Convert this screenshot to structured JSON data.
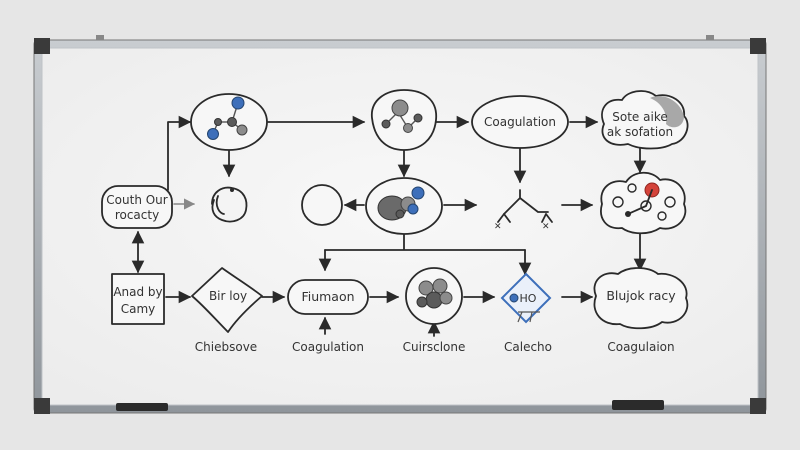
{
  "nodes": {
    "left_source": [
      "Couth Our",
      "rocacty"
    ],
    "coagulation_top": "Coagulation",
    "top_right": [
      "Sote aike",
      "ak sofation"
    ],
    "left_box": [
      "Anad by",
      "Camy"
    ],
    "diamond": "Bir loy",
    "fiumaon": "Fiumaon",
    "ho_label": "HO",
    "right_cloud": "Blujok racy"
  },
  "captions": {
    "chiebsove": "Chiebsove",
    "coagulation": "Coagulation",
    "cuirsclone": "Cuirsclone",
    "calecho": "Calecho",
    "coagulaion": "Coagulaion"
  },
  "colors": {
    "wall": "#e6e6e6",
    "board": "#f4f4f4",
    "frame": "#a9aeb3",
    "ink": "#2a2a2a",
    "accent_blue": "#3d6fba",
    "accent_red": "#d4433a"
  }
}
